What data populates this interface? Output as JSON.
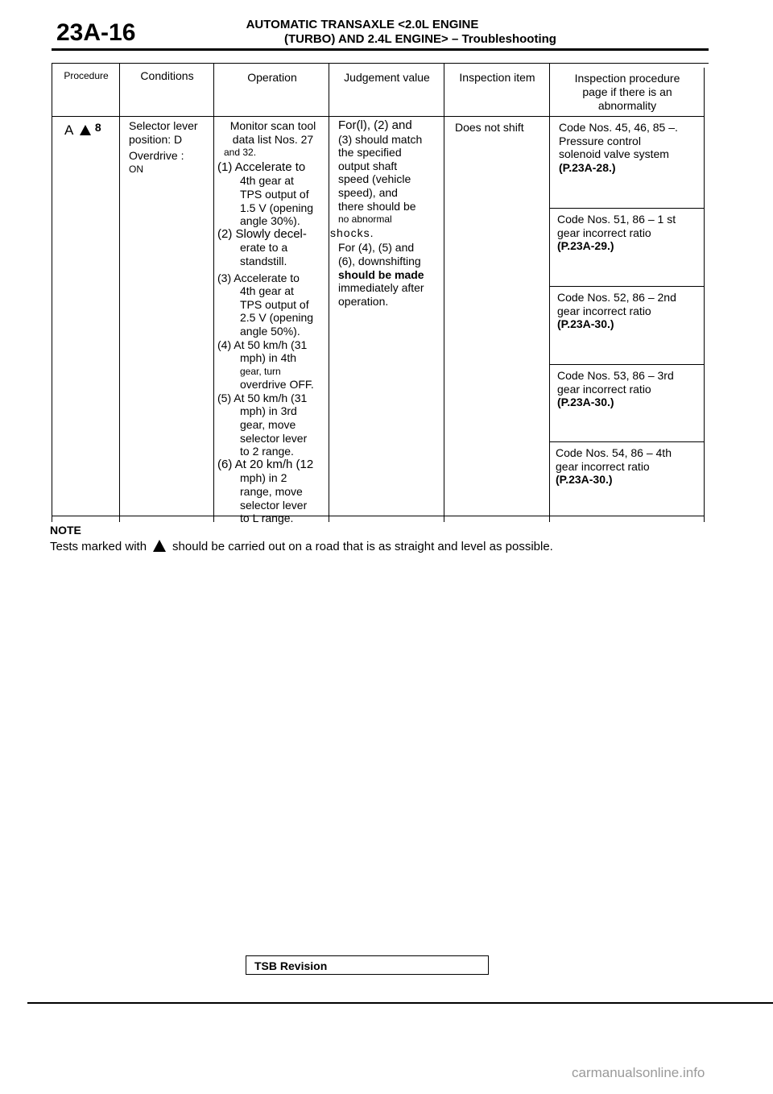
{
  "header": {
    "page_number": "23A-16",
    "title_line1": "AUTOMATIC TRANSAXLE <2.0L ENGINE",
    "title_line2": "(TURBO) AND 2.4L ENGINE> – Troubleshooting"
  },
  "table": {
    "columns": [
      "Procedure",
      "Conditions",
      "Operation",
      "Judgement value",
      "Inspection item",
      "Inspection procedure page if there is an abnormality"
    ],
    "procedure": "A",
    "procedure_number": "8",
    "conditions": [
      "Selector lever",
      "position: D",
      "Overdrive :",
      "ON"
    ],
    "operation": [
      "Monitor scan tool",
      "data list Nos. 27",
      "and 32.",
      "(1) Accelerate to",
      "4th gear at",
      "TPS output of",
      "1.5 V (opening",
      "angle 30%).",
      "(2) Slowly decel-",
      "erate to a",
      "standstill.",
      "(3) Accelerate to",
      "4th gear at",
      "TPS output of",
      "2.5 V (opening",
      "angle 50%).",
      "(4) At 50 km/h (31",
      "mph) in 4th",
      "gear, turn",
      "overdrive OFF.",
      "(5) At 50 km/h (31",
      "mph) in 3rd",
      "gear, move",
      "selector lever",
      "to 2 range.",
      "(6) At 20 km/h (12",
      "mph) in 2",
      "range, move",
      "selector lever",
      "to L range."
    ],
    "judgement": [
      "For(l), (2) and",
      "(3) should match",
      "the specified",
      "output shaft",
      "speed (vehicle",
      "speed), and",
      "there should be",
      "no abnormal",
      "shocks.",
      "For (4), (5) and",
      "(6), downshifting",
      "should be made",
      "immediately after",
      "operation."
    ],
    "inspection_item": "Does not shift",
    "inspection_header_lines": [
      "Inspection procedure",
      "page if there is an",
      "abnormality"
    ],
    "procedures": [
      {
        "lines": [
          "Code Nos. 45, 46, 85 –.",
          "Pressure control",
          "solenoid valve system",
          "(P.23A-28.)"
        ]
      },
      {
        "lines": [
          "Code Nos. 51, 86 – 1 st",
          "gear incorrect ratio",
          "(P.23A-29.)"
        ]
      },
      {
        "lines": [
          "Code Nos. 52, 86 – 2nd",
          "gear incorrect ratio",
          "(P.23A-30.)"
        ]
      },
      {
        "lines": [
          "Code Nos. 53, 86 – 3rd",
          "gear incorrect ratio",
          "(P.23A-30.)"
        ]
      },
      {
        "lines": [
          "Code Nos. 54, 86 – 4th",
          "gear incorrect ratio",
          "(P.23A-30.)"
        ]
      }
    ]
  },
  "note": {
    "heading": "NOTE",
    "text_before": "Tests marked with",
    "text_after": "should be carried out on a road that is as straight and level as possible."
  },
  "footer": {
    "tsb_label": "TSB Revision",
    "watermark": "carmanualsonline.info"
  }
}
